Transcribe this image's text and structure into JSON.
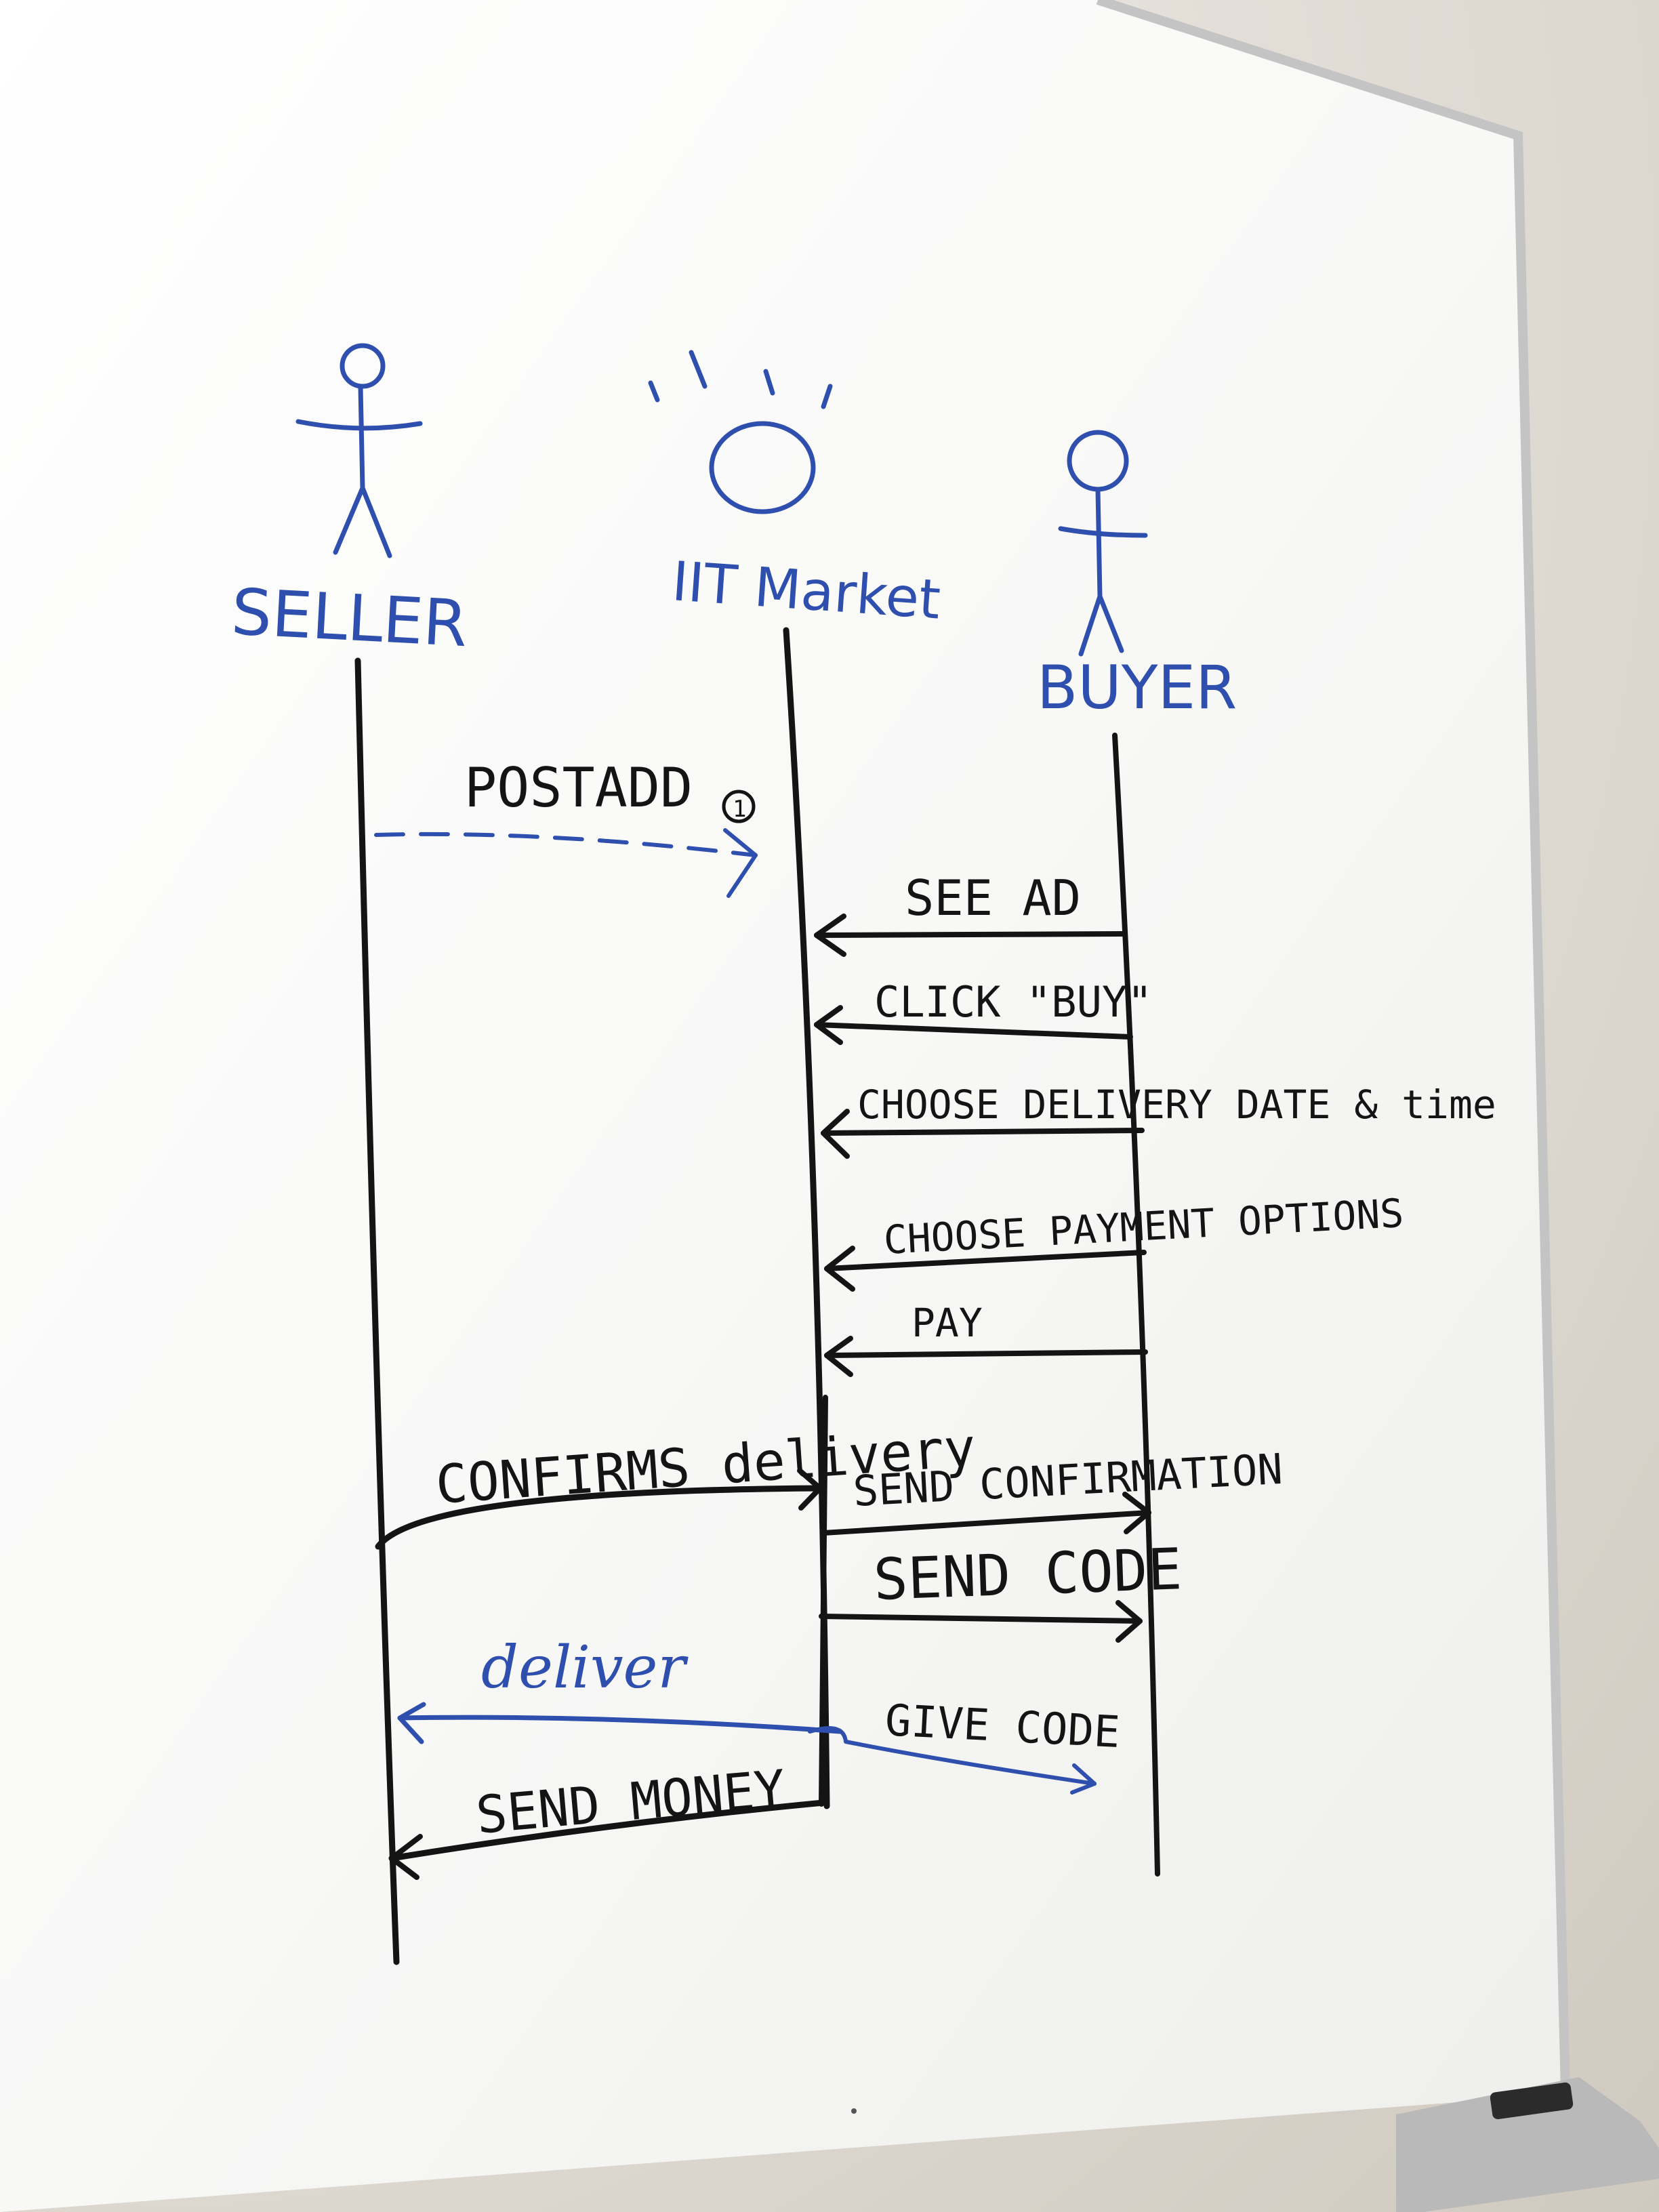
{
  "colors": {
    "board": "#fbfbfa",
    "wall": "#ded9d1",
    "black_ink": "#141414",
    "blue_ink": "#2e4fae",
    "frame": "#c9c9c9"
  },
  "actors": {
    "seller": "SELLER",
    "system": "IIT Market",
    "buyer": "BUYER"
  },
  "messages": {
    "post_ad": "POSTADD",
    "post_ad_marker": "1",
    "see_ad": "SEE AD",
    "click_buy": "CLICK \"BUY\"",
    "choose_delivery": "CHOOSE DELIVERY DATE & time",
    "choose_payment": "CHOOSE PAYMENT OPTIONS",
    "pay": "PAY",
    "confirms_delivery": "CONFIRMS delivery",
    "send_confirmation": "SEND CONFIRMATION",
    "send_code": "SEND CODE",
    "deliver": "deliver",
    "give_code": "GIVE CODE",
    "send_money": "SEND MONEY"
  },
  "icons": {
    "seller": "stick-figure-icon",
    "system": "glowing-circle-icon",
    "buyer": "stick-figure-icon"
  }
}
